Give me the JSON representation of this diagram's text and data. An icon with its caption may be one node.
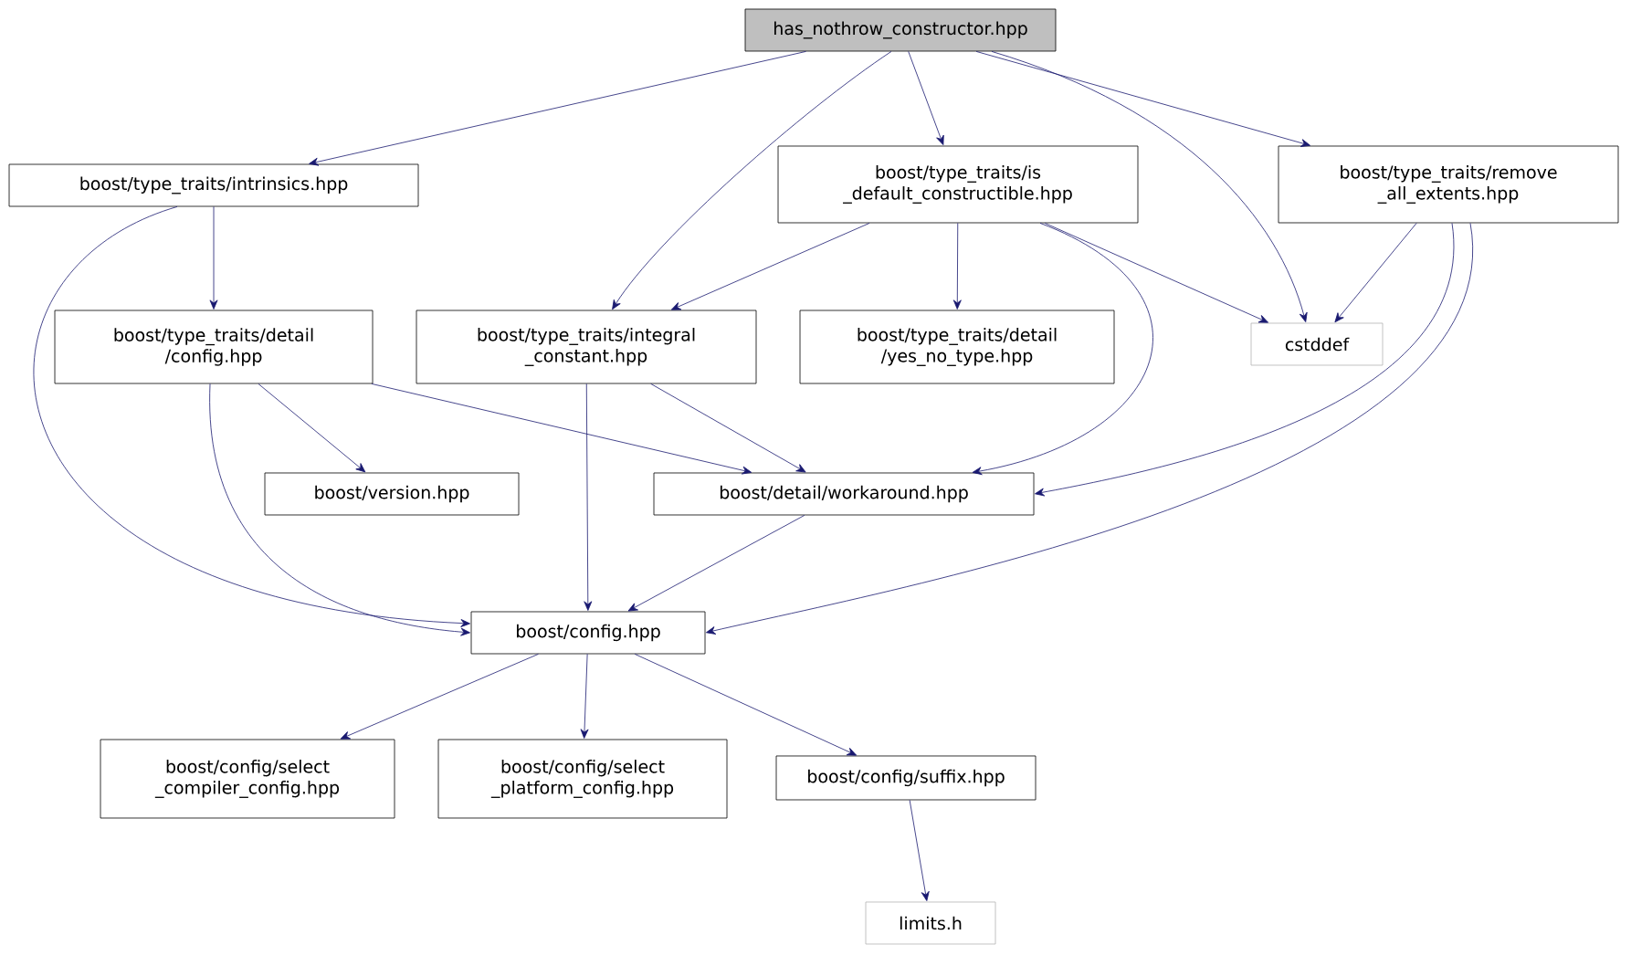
{
  "diagram": {
    "nodes": [
      {
        "text": [
          "has_nothrow_constructor.hpp"
        ]
      },
      {
        "text": [
          "boost/type_traits/intrinsics.hpp"
        ]
      },
      {
        "text": [
          "boost/type_traits/is _default_constructible.hpp"
        ]
      },
      {
        "text": [
          "boost/type_traits/remove _all_extents.hpp"
        ]
      },
      {
        "text": [
          "boost/type_traits/detail /config.hpp"
        ]
      },
      {
        "text": [
          "boost/type_traits/integral _constant.hpp"
        ]
      },
      {
        "text": [
          "boost/type_traits/detail /yes_no_type.hpp"
        ]
      },
      {
        "text": [
          "cstddef"
        ]
      },
      {
        "text": [
          "boost/version.hpp"
        ]
      },
      {
        "text": [
          "boost/detail/workaround.hpp"
        ]
      },
      {
        "text": [
          "boost/config.hpp"
        ]
      },
      {
        "text": [
          "boost/config/select _compiler_config.hpp"
        ]
      },
      {
        "text": [
          "boost/config/select _platform_config.hpp"
        ]
      },
      {
        "text": [
          "boost/config/suffix.hpp"
        ]
      },
      {
        "text": [
          "limits.h"
        ]
      }
    ],
    "edges": [
      {
        "from": 0,
        "to": 1,
        "arrow": "to"
      },
      {
        "from": 0,
        "to": 5,
        "arrow": "to"
      },
      {
        "from": 0,
        "to": 2,
        "arrow": "to"
      },
      {
        "from": 0,
        "to": 7,
        "arrow": "to"
      },
      {
        "from": 0,
        "to": 3,
        "arrow": "to"
      },
      {
        "from": 1,
        "to": 10,
        "arrow": "to"
      },
      {
        "from": 1,
        "to": 4,
        "arrow": "to"
      },
      {
        "from": 2,
        "to": 5,
        "arrow": "to"
      },
      {
        "from": 2,
        "to": 6,
        "arrow": "to"
      },
      {
        "from": 2,
        "to": 7,
        "arrow": "to"
      },
      {
        "from": 2,
        "to": 9,
        "arrow": "to"
      },
      {
        "from": 3,
        "to": 7,
        "arrow": "to"
      },
      {
        "from": 3,
        "to": 9,
        "arrow": "to"
      },
      {
        "from": 3,
        "to": 10,
        "arrow": "to"
      },
      {
        "from": 4,
        "to": 10,
        "arrow": "to"
      },
      {
        "from": 4,
        "to": 8,
        "arrow": "to"
      },
      {
        "from": 4,
        "to": 9,
        "arrow": "to"
      },
      {
        "from": 5,
        "to": 10,
        "arrow": "to"
      },
      {
        "from": 5,
        "to": 9,
        "arrow": "to"
      },
      {
        "from": 9,
        "to": 10,
        "arrow": "to"
      },
      {
        "from": 10,
        "to": 11,
        "arrow": "to"
      },
      {
        "from": 10,
        "to": 12,
        "arrow": "to"
      },
      {
        "from": 10,
        "to": 13,
        "arrow": "to"
      },
      {
        "from": 13,
        "to": 14,
        "arrow": "to"
      }
    ]
  }
}
